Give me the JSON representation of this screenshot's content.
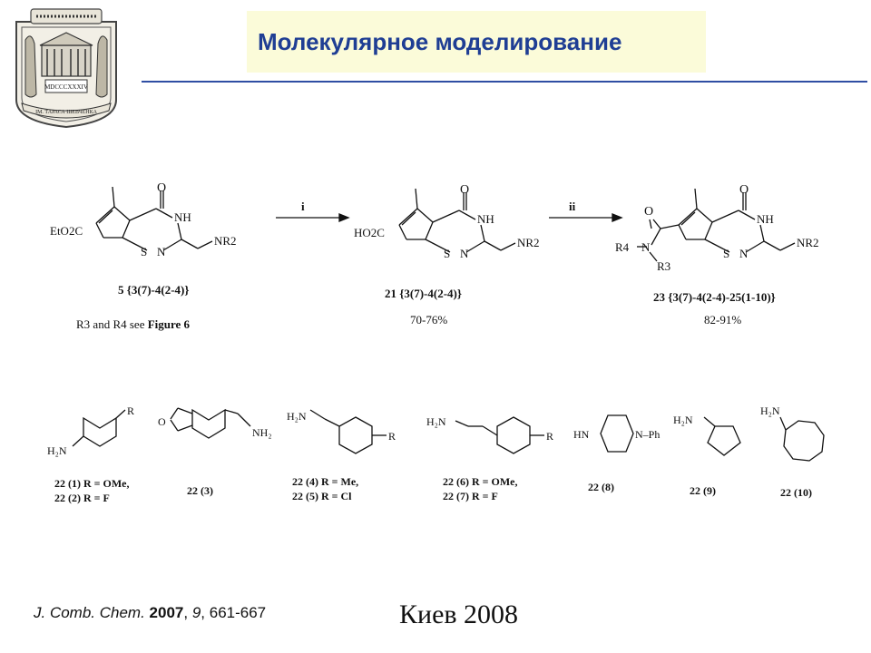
{
  "header": {
    "title": "Молекулярное моделирование",
    "logo": {
      "icon": "university-seal-icon",
      "year_text": "MDCCCXXXIV",
      "ribbon_text": "ІМ. ТАРАСА ШЕВЧЕНКА"
    }
  },
  "scheme": {
    "compounds": [
      {
        "label": "5 {3(7)-4(2-4)}",
        "subst_left": "EtO2C",
        "subst_right": "NR2"
      },
      {
        "label": "21 {3(7)-4(2-4)}",
        "yield": "70-76%",
        "subst_left": "HO2C",
        "subst_right": "NR2"
      },
      {
        "label": "23 {3(7)-4(2-4)-25(1-10)}",
        "yield": "82-91%",
        "subst_right": "NR2",
        "amide_r3": "R3",
        "amide_r4": "R4"
      }
    ],
    "arrows": [
      {
        "label": "i"
      },
      {
        "label": "ii"
      }
    ],
    "note_prefix": "R3 and R4 see ",
    "note_bold": "Figure 6",
    "amines": [
      {
        "label_line1": "22 (1) R = OMe,",
        "label_line2": "22 (2) R = F"
      },
      {
        "label_line1": "22 (3)"
      },
      {
        "label_line1": "22 (4) R = Me,",
        "label_line2": "22 (5) R = Cl"
      },
      {
        "label_line1": "22 (6) R = OMe,",
        "label_line2": "22 (7) R = F"
      },
      {
        "label_line1": "22 (8)"
      },
      {
        "label_line1": "22 (9)"
      },
      {
        "label_line1": "22 (10)"
      }
    ]
  },
  "citation": {
    "journal": "J. Comb. Chem.",
    "year": "2007",
    "volume": "9",
    "pages": "661-667"
  },
  "footer": {
    "city_year": "Киев 2008"
  }
}
